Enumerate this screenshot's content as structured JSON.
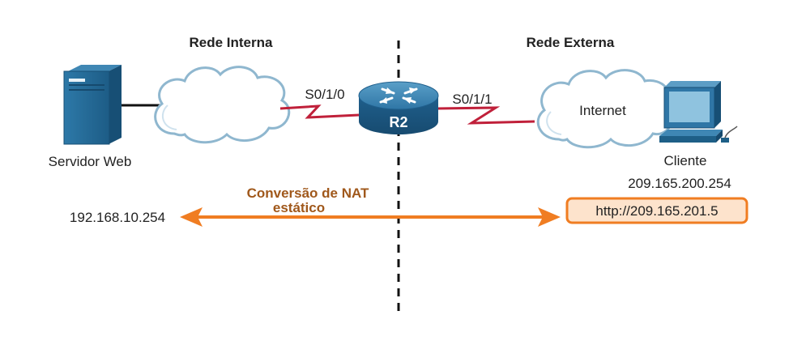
{
  "headings": {
    "internal": "Rede Interna",
    "external": "Rede Externa"
  },
  "devices": {
    "server_label": "Servidor Web",
    "router_label": "R2",
    "internet_label": "Internet",
    "client_label": "Cliente",
    "client_ip": "209.165.200.254"
  },
  "interfaces": {
    "left": "S0/1/0",
    "right": "S0/1/1"
  },
  "nat": {
    "title_line1": "Conversão de NAT",
    "title_line2": "estático",
    "inside_address": "192.168.10.254",
    "outside_url": "http://209.165.201.5"
  },
  "colors": {
    "cloud_fill": "#ffffff",
    "cloud_stroke": "#8fb7cf",
    "serial_link": "#c0203a",
    "nat_arrow": "#f07d22",
    "nat_title": "#a0581b",
    "url_box_fill": "#fde3cc",
    "device_blue": "#1e5f87"
  }
}
